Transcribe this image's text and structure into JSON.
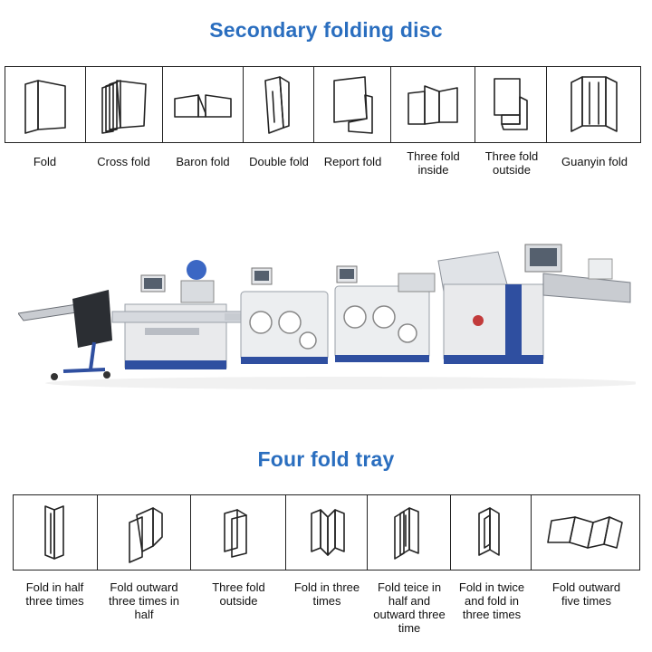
{
  "top_section": {
    "title": "Secondary folding disc",
    "accent_color": "#2a6ebf",
    "items": [
      {
        "label": "Fold",
        "icon": "fold-icon"
      },
      {
        "label": "Cross fold",
        "icon": "cross-fold-icon"
      },
      {
        "label": "Baron fold",
        "icon": "baron-fold-icon"
      },
      {
        "label": "Double fold",
        "icon": "double-fold-icon"
      },
      {
        "label": "Report fold",
        "icon": "report-fold-icon"
      },
      {
        "label": "Three fold inside",
        "icon": "three-fold-inside-icon"
      },
      {
        "label": "Three fold outside",
        "icon": "three-fold-outside-icon"
      },
      {
        "label": "Guanyin fold",
        "icon": "guanyin-fold-icon"
      }
    ]
  },
  "bottom_section": {
    "title": "Four fold tray",
    "accent_color": "#2a6ebf",
    "items": [
      {
        "label": "Fold in half three times",
        "icon": "fold-in-half-three-times-icon"
      },
      {
        "label": "Fold outward three times in half",
        "icon": "fold-outward-three-times-in-half-icon"
      },
      {
        "label": "Three fold outside",
        "icon": "three-fold-outside-tray-icon"
      },
      {
        "label": "Fold in three times",
        "icon": "fold-in-three-times-icon"
      },
      {
        "label": "Fold teice in half and outward three time",
        "icon": "fold-twice-half-outward-icon"
      },
      {
        "label": "Fold in twice and fold in three times",
        "icon": "fold-in-twice-three-times-icon"
      },
      {
        "label": "Fold outward five times",
        "icon": "fold-outward-five-times-icon"
      }
    ]
  },
  "machine": {
    "icon": "paper-folding-machine-image",
    "body_color": "#e9eaec",
    "frame_color": "#2f4fa0"
  }
}
